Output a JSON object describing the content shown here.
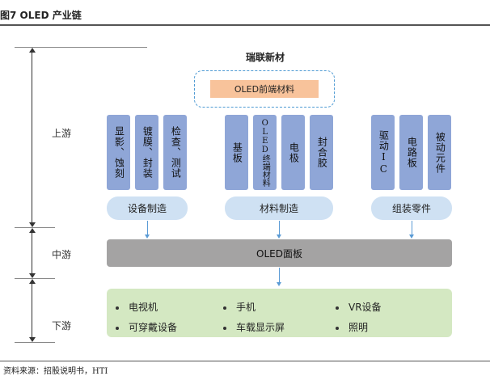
{
  "header": {
    "title": "图7  OLED 产业链"
  },
  "source": "资料来源：招股说明书，HTI",
  "stages": {
    "upstream": "上游",
    "midstream": "中游",
    "downstream": "下游"
  },
  "supplier": "瑞联新材",
  "oled_front_material": "OLED前端材料",
  "groups": [
    {
      "label": "设备制造",
      "cards": [
        "显影、蚀刻",
        "镀膜、封装",
        "检查、测试"
      ]
    },
    {
      "label": "材料制造",
      "cards": [
        "基板",
        "OLED终端材料",
        "电极",
        "封合胶"
      ]
    },
    {
      "label": "组装零件",
      "cards": [
        "驱动IC",
        "电路板",
        "被动元件"
      ]
    }
  ],
  "panel": "OLED面板",
  "applications": [
    "电视机",
    "手机",
    "VR设备",
    "可穿戴设备",
    "车载显示屏",
    "照明"
  ],
  "colors": {
    "card": "#8fa6d7",
    "pill": "#cfe1f3",
    "panel": "#a4a3a3",
    "applications_bg": "#d4e8c2",
    "front_material": "#f8c39b",
    "dashed_border": "#4e9ad3",
    "arrow": "#5b9bd5"
  }
}
